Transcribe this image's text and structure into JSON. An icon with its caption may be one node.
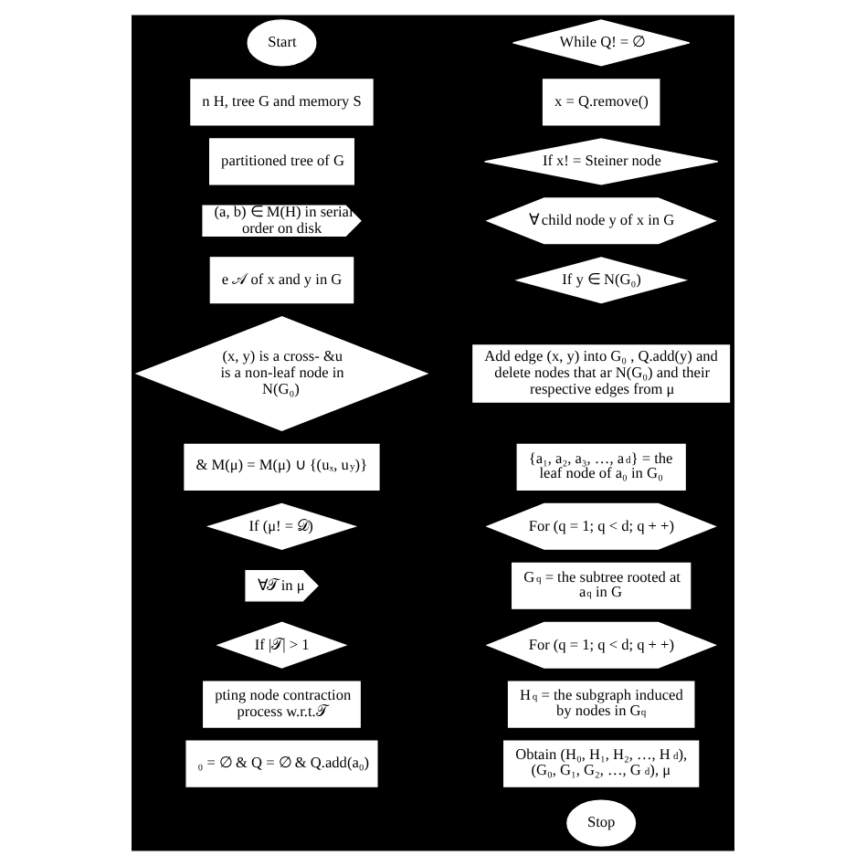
{
  "diagram": {
    "nodes": [
      {
        "text": [
          "Start"
        ]
      },
      {
        "text": [
          "n H, tree G and memory S"
        ]
      },
      {
        "text": [
          "partitioned tree of G"
        ]
      },
      {
        "text": [
          "(a, b) ∈ M(H) in serial order on disk"
        ]
      },
      {
        "text": [
          "e 𝒜 of x and y in G"
        ]
      },
      {
        "text": [
          "(x, y) is a cross- &u is a non-leaf node in N(G₀)"
        ]
      },
      {
        "text": [
          "& M(μ) = M(μ) ∪ {(uₓ, u$_{y}$)}"
        ]
      },
      {
        "text": [
          "If (μ! = 𝒟)"
        ]
      },
      {
        "text": [
          "∀𝒯 in μ"
        ]
      },
      {
        "text": [
          "If |𝒯| > 1"
        ]
      },
      {
        "text": [
          "pting node contraction process w.r.t.𝒯"
        ]
      },
      {
        "text": [
          "₀ = ∅ & Q = ∅ & Q.add(a₀)"
        ]
      },
      {
        "text": [
          "While Q! = ∅"
        ]
      },
      {
        "text": [
          "x = Q.remove()"
        ]
      },
      {
        "text": [
          "If x! = Steiner node"
        ]
      },
      {
        "text": [
          "∀ child node y of x in G"
        ]
      },
      {
        "text": [
          "If y ∈ N(G₀)"
        ]
      },
      {
        "text": [
          "Add edge (x, y) into G₀ , Q.add(y) and delete nodes that ar N(G₀) and their respective edges from μ"
        ]
      },
      {
        "text": [
          "{a₁, a₂, a₃, …, a$_{d}$} = the leaf node of a₀ in G₀"
        ]
      },
      {
        "text": [
          "For (q = 1; q < d; q + +)"
        ]
      },
      {
        "text": [
          "G$_{q}$ = the subtree rooted at a$_{q}$ in G"
        ]
      },
      {
        "text": [
          "For (q = 1; q < d; q + +)"
        ]
      },
      {
        "text": [
          "H$_{q}$ = the subgraph induced by nodes in G$_{q}$"
        ]
      },
      {
        "text": [
          "Obtain (H₀, H₁, H₂, …, H$_{d}$), (G₀, G₁, G₂, …, G$_{d}$), μ"
        ]
      },
      {
        "text": [
          "Stop"
        ]
      }
    ]
  }
}
